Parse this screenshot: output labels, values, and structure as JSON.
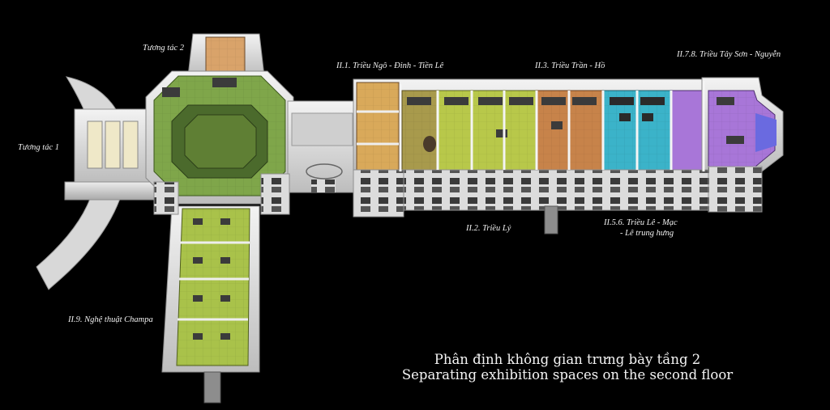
{
  "zones": [
    {
      "id": "tuong-tac-2",
      "label": "Tương tác 2",
      "color": "#d9a36a"
    },
    {
      "id": "tuong-tac-1",
      "label": "Tương tác 1",
      "color": "#e0e0e0"
    },
    {
      "id": "II.1",
      "label": "II.1. Triều Ngô - Đinh - Tiền Lê",
      "color": "#d9a95a"
    },
    {
      "id": "II.2",
      "label": "II.2. Triều Lý",
      "color": "#b8c84a"
    },
    {
      "id": "II.3",
      "label": "II.3. Triều Trần - Hồ",
      "color": "#c7834a"
    },
    {
      "id": "II.5.6",
      "label_line1": "II.5.6. Triều Lê - Mạc",
      "label_line2": "- Lê trung hưng",
      "color": "#3bb3c9"
    },
    {
      "id": "II.7.8",
      "label": "II.7.8. Triều Tây Sơn - Nguyễn",
      "color": "#a876d8"
    },
    {
      "id": "II.9",
      "label": "II.9. Nghệ thuật Champa",
      "color": "#a9c24a"
    }
  ],
  "labels": {
    "tuong_tac_2": "Tương tác 2",
    "tuong_tac_1": "Tương tác 1",
    "ii1": "II.1. Triều Ngô - Đinh - Tiền Lê",
    "ii3": "II.3. Triều Trần - Hồ",
    "ii78": "II.7.8. Triều Tây Sơn - Nguyễn",
    "ii2": "II.2. Triều Lý",
    "ii56_line1": "II.5.6. Triều Lê - Mạc",
    "ii56_line2": "- Lê trung hưng",
    "ii9": "II.9. Nghệ thuật Champa"
  },
  "caption": {
    "vi": "Phân định không gian trưng bày tầng 2",
    "en": "Separating exhibition spaces on the second floor"
  },
  "colors": {
    "wall": "#e6e6e6",
    "octagon": "#7fa64a",
    "champa": "#a9c24a",
    "ii1": "#d9a95a",
    "ii2": "#b8c84a",
    "ii3": "#c7834a",
    "ii56": "#3bb3c9",
    "ii78": "#a876d8",
    "tuongtac2": "#d9a36a"
  }
}
